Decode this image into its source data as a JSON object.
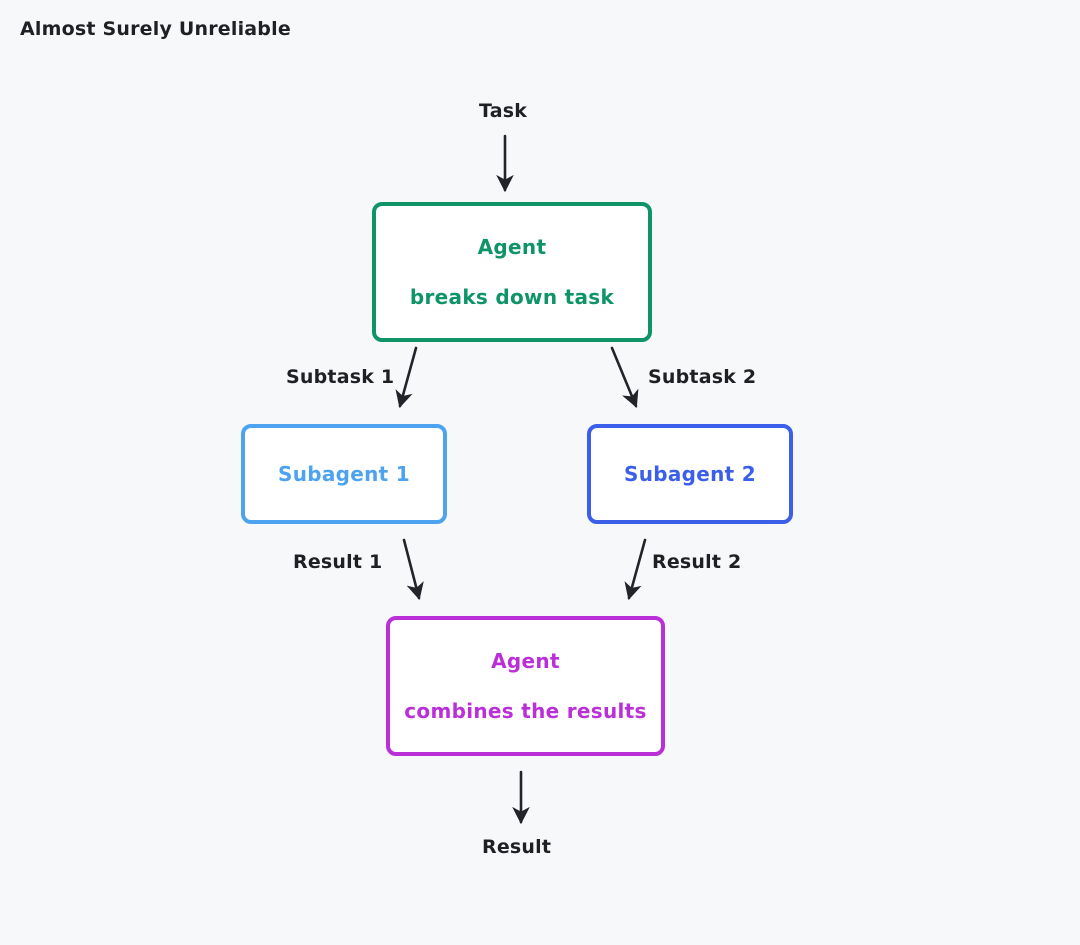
{
  "page": {
    "title": "Almost Surely Unreliable",
    "background_color": "#f7f8fa"
  },
  "diagram": {
    "type": "flowchart",
    "direction": "top-to-bottom",
    "nodes": [
      {
        "id": "agent-split",
        "lines": [
          "Agent",
          "breaks down task"
        ],
        "color": "#0e9467",
        "shape": "rounded-rectangle"
      },
      {
        "id": "subagent-1",
        "lines": [
          "Subagent 1"
        ],
        "color": "#4da3f0",
        "shape": "rounded-rectangle"
      },
      {
        "id": "subagent-2",
        "lines": [
          "Subagent 2"
        ],
        "color": "#3b5fe8",
        "shape": "rounded-rectangle"
      },
      {
        "id": "agent-combine",
        "lines": [
          "Agent",
          "combines the results"
        ],
        "color": "#bb2fd8",
        "shape": "rounded-rectangle"
      }
    ],
    "edges": [
      {
        "id": "task",
        "label": "Task",
        "from": "input",
        "to": "agent-split",
        "color": "#22242a"
      },
      {
        "id": "subtask-1",
        "label": "Subtask 1",
        "from": "agent-split",
        "to": "subagent-1",
        "color": "#22242a"
      },
      {
        "id": "subtask-2",
        "label": "Subtask 2",
        "from": "agent-split",
        "to": "subagent-2",
        "color": "#22242a"
      },
      {
        "id": "result-1",
        "label": "Result 1",
        "from": "subagent-1",
        "to": "agent-combine",
        "color": "#22242a"
      },
      {
        "id": "result-2",
        "label": "Result 2",
        "from": "subagent-2",
        "to": "agent-combine",
        "color": "#22242a"
      },
      {
        "id": "result",
        "label": "Result",
        "from": "agent-combine",
        "to": "output",
        "color": "#22242a"
      }
    ]
  },
  "node_text": {
    "agent_split_line_1": "Agent",
    "agent_split_line_2": "breaks down task",
    "subagent_1": "Subagent 1",
    "subagent_2": "Subagent 2",
    "agent_combine_line_1": "Agent",
    "agent_combine_line_2": "combines the results"
  },
  "edge_labels": {
    "task": "Task",
    "subtask_1": "Subtask 1",
    "subtask_2": "Subtask 2",
    "result_1": "Result 1",
    "result_2": "Result 2",
    "result": "Result"
  }
}
